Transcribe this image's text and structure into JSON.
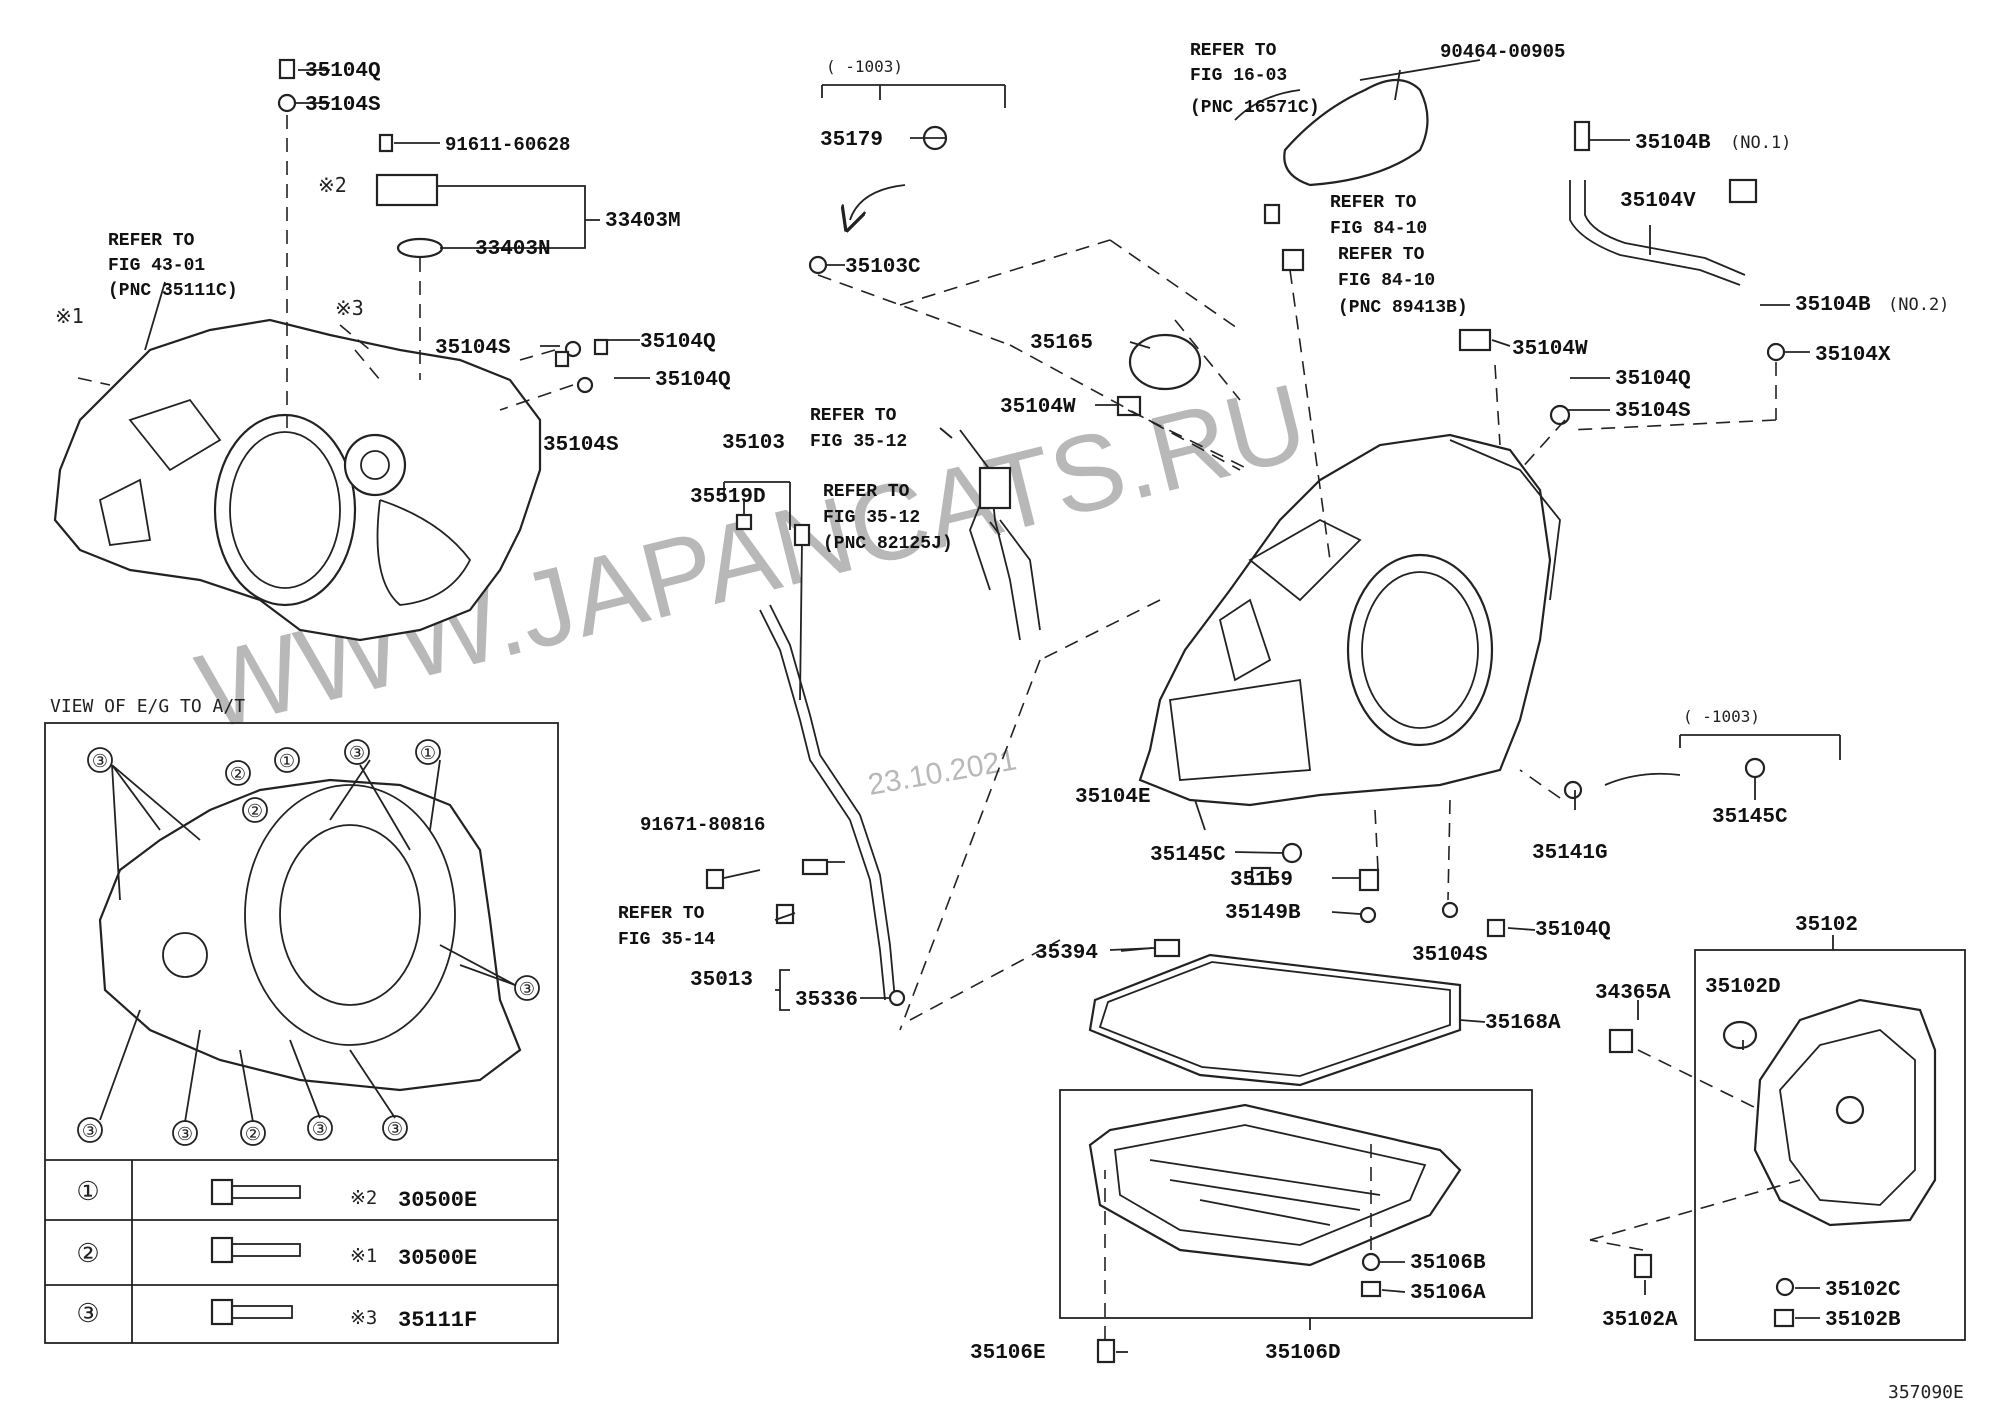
{
  "watermark": "WWW.JAPANCATS.RU",
  "date_stamp": "23.10.2021",
  "figure_id": "357090E",
  "view_title": "VIEW OF E/G TO A/T",
  "range_note_1": "(    -1003)",
  "range_note_2": "(    -1003)",
  "labels": {
    "p35104Q_top": "35104Q",
    "p35104S_top": "35104S",
    "p91611": "91611-60628",
    "mark2": "※2",
    "mark3": "※3",
    "mark1": "※1",
    "p33403M": "33403M",
    "p33403N": "33403N",
    "p35104S_mid": "35104S",
    "p35104Q_mid1": "35104Q",
    "p35104Q_mid2": "35104Q",
    "p35104S_mid2": "35104S",
    "p35179": "35179",
    "p35103C": "35103C",
    "p35165": "35165",
    "p35104W_1": "35104W",
    "p35104W_2": "35104W",
    "p35103": "35103",
    "p35519D": "35519D",
    "p91671": "91671-80816",
    "p35013": "35013",
    "p35336": "35336",
    "p35104E": "35104E",
    "p35145C_1": "35145C",
    "p35159": "35159",
    "p35149B": "35149B",
    "p35394": "35394",
    "p35168A": "35168A",
    "p35104S_low": "35104S",
    "p35104Q_low": "35104Q",
    "p35141G": "35141G",
    "p35145C_2": "35145C",
    "p90464": "90464-00905",
    "p35104B_1": "35104B",
    "p35104B_1_note": "(NO.1)",
    "p35104V": "35104V",
    "p35104B_2": "35104B",
    "p35104B_2_note": "(NO.2)",
    "p35104X": "35104X",
    "p35104Q_r": "35104Q",
    "p35104S_r": "35104S",
    "p35102": "35102",
    "p35102D": "35102D",
    "p34365A": "34365A",
    "p35102C": "35102C",
    "p35102B": "35102B",
    "p35102A": "35102A",
    "p35106B": "35106B",
    "p35106A": "35106A",
    "p35106D": "35106D",
    "p35106E": "35106E"
  },
  "refs": {
    "ref_43_01": [
      "REFER TO",
      "FIG 43-01",
      "(PNC 35111C)"
    ],
    "ref_16_03": [
      "REFER TO",
      "FIG 16-03",
      "(PNC 16571C)"
    ],
    "ref_84_10a": [
      "REFER TO",
      "FIG 84-10"
    ],
    "ref_84_10b": [
      "REFER TO",
      "FIG 84-10",
      "(PNC 89413B)"
    ],
    "ref_35_12a": [
      "REFER TO",
      "FIG 35-12"
    ],
    "ref_35_12b": [
      "REFER TO",
      "FIG 35-12",
      "(PNC 82125J)"
    ],
    "ref_35_14": [
      "REFER TO",
      "FIG 35-14"
    ]
  },
  "callouts": [
    "③",
    "①",
    "③",
    "①",
    "②",
    "②",
    "③",
    "③",
    "③",
    "③",
    "②",
    "③",
    "②"
  ],
  "bolt_table": [
    {
      "num": "①",
      "mark": "※2",
      "part": "30500E"
    },
    {
      "num": "②",
      "mark": "※1",
      "part": "30500E"
    },
    {
      "num": "③",
      "mark": "※3",
      "part": "35111F"
    }
  ]
}
